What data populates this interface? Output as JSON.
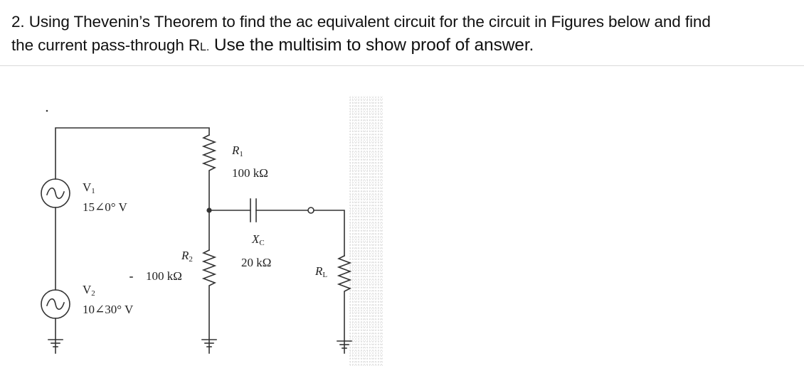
{
  "question": {
    "number": "2.",
    "line1": "Using Thevenin’s Theorem to find the ac equivalent circuit for the circuit in Figures below and find",
    "line2_prefix": "the current pass-through R",
    "line2_subscript": "L.",
    "line2_suffix": " Use the multisim to show proof of answer."
  },
  "circuit": {
    "sources": [
      {
        "name": "V",
        "subscript": "1",
        "value": "15∠0° V"
      },
      {
        "name": "V",
        "subscript": "2",
        "value": "10∠30° V"
      }
    ],
    "components": {
      "R1": {
        "name": "R",
        "subscript": "1",
        "value": "100 kΩ"
      },
      "R2": {
        "name": "R",
        "subscript": "2",
        "value": "100 kΩ"
      },
      "XC": {
        "name": "X",
        "subscript": "C",
        "value": "20 kΩ"
      },
      "RL": {
        "name": "R",
        "subscript": "L"
      }
    },
    "colors": {
      "wire": "#333333",
      "text": "#222222",
      "background": "#ffffff"
    }
  }
}
